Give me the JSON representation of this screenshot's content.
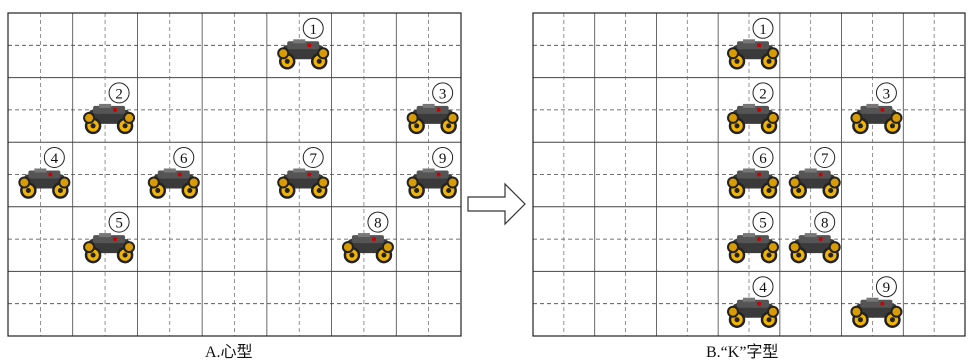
{
  "panels": [
    {
      "caption": "A.心型",
      "robots": [
        {
          "n": "1",
          "col": 4,
          "row": 0
        },
        {
          "n": "2",
          "col": 1,
          "row": 2
        },
        {
          "n": "3",
          "col": 6,
          "row": 2
        },
        {
          "n": "4",
          "col": 0,
          "row": 4
        },
        {
          "n": "6",
          "col": 2,
          "row": 4
        },
        {
          "n": "7",
          "col": 4,
          "row": 4
        },
        {
          "n": "9",
          "col": 6,
          "row": 4
        },
        {
          "n": "5",
          "col": 1,
          "row": 6
        },
        {
          "n": "8",
          "col": 5,
          "row": 6
        }
      ]
    },
    {
      "caption": "B.“K”字型",
      "robots": [
        {
          "n": "1",
          "col": 3,
          "row": 0
        },
        {
          "n": "2",
          "col": 3,
          "row": 2
        },
        {
          "n": "3",
          "col": 5,
          "row": 2
        },
        {
          "n": "6",
          "col": 3,
          "row": 4
        },
        {
          "n": "7",
          "col": 4,
          "row": 4
        },
        {
          "n": "5",
          "col": 3,
          "row": 6
        },
        {
          "n": "8",
          "col": 4,
          "row": 6
        },
        {
          "n": "4",
          "col": 3,
          "row": 8
        },
        {
          "n": "9",
          "col": 5,
          "row": 8
        }
      ]
    }
  ],
  "arrow_icon": "right-arrow-icon",
  "robot_icon": "mecanum-robot-icon"
}
